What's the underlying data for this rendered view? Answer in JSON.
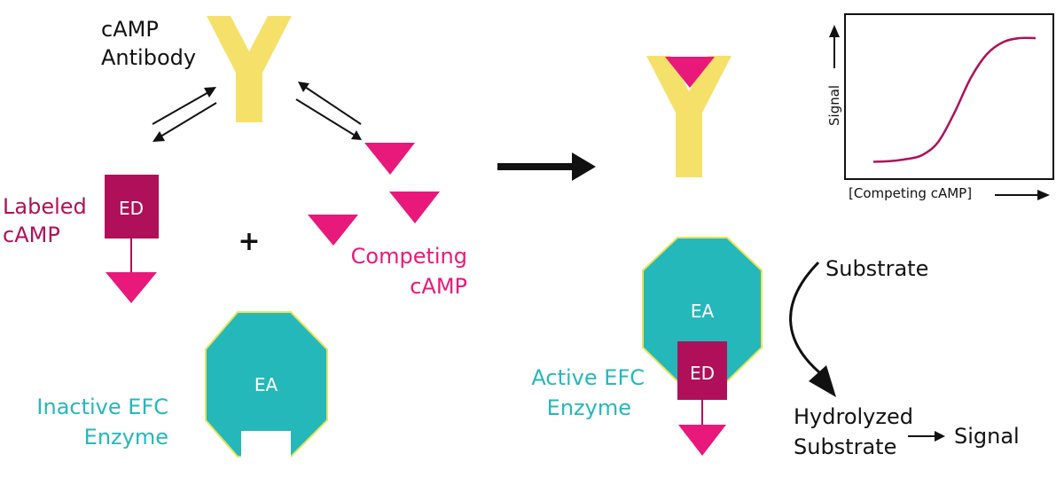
{
  "labels": {
    "antibody_line1": "cAMP",
    "antibody_line2": "Antibody",
    "labeled_line1": "Labeled",
    "labeled_line2": "cAMP",
    "ed": "ED",
    "plus": "+",
    "competing_line1": "Competing",
    "competing_line2": "cAMP",
    "ea": "EA",
    "inactive_line1": "Inactive EFC",
    "inactive_line2": "Enzyme",
    "active_line1": "Active EFC",
    "active_line2": "Enzyme",
    "substrate": "Substrate",
    "hydrolyzed_line1": "Hydrolyzed",
    "hydrolyzed_line2": "Substrate",
    "signal": "Signal"
  },
  "chart": {
    "ylabel": "Signal",
    "xlabel": "[Competing cAMP]"
  },
  "chart_data": {
    "type": "line",
    "xlabel": "[Competing cAMP]",
    "ylabel": "Signal",
    "shape": "sigmoidal increasing",
    "x": [
      0,
      0.1,
      0.2,
      0.3,
      0.4,
      0.5,
      0.6,
      0.7,
      0.8,
      0.9,
      1.0
    ],
    "y": [
      0.05,
      0.055,
      0.07,
      0.1,
      0.2,
      0.42,
      0.68,
      0.86,
      0.95,
      0.98,
      0.98
    ]
  },
  "colors": {
    "antibody": "#f5e16a",
    "camp": "#e8197b",
    "ed": "#b0105a",
    "ea": "#25b8bb",
    "ea_border": "#e6e35a",
    "curve": "#b0105a",
    "ink": "#111111"
  }
}
